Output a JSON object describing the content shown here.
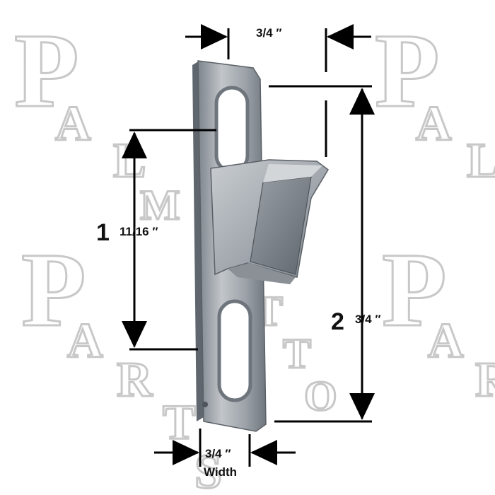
{
  "watermark": {
    "brand_words": [
      "Palm",
      "Palmetto",
      "Parts"
    ],
    "color": "#d9d9d9"
  },
  "dimensions": {
    "top_width": "3/4 ″",
    "left_height_whole": "1",
    "left_height_fraction": "11/16 ″",
    "right_height_whole": "2",
    "right_height_fraction": "3/4 ″",
    "bottom_width": "3/4 ″",
    "bottom_caption": "Width"
  },
  "product": {
    "name": "sliding door latch keeper",
    "metal_color": "#a9aeb3"
  }
}
